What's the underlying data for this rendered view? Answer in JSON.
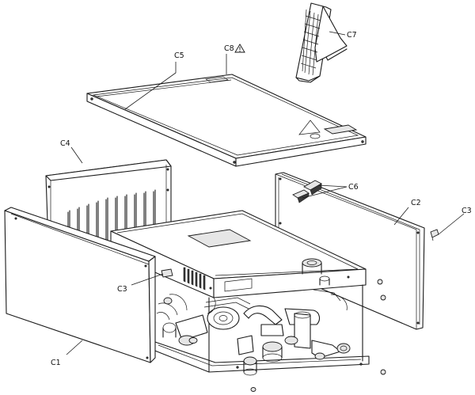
{
  "labels": {
    "c1": "C1",
    "c2": "C2",
    "c3_left": "C3",
    "c3_right": "C3",
    "c4": "C4",
    "c5": "C5",
    "c6": "C6",
    "c7": "C7",
    "c8": "C8"
  },
  "icons": {
    "warning": "warning-triangle-icon"
  }
}
